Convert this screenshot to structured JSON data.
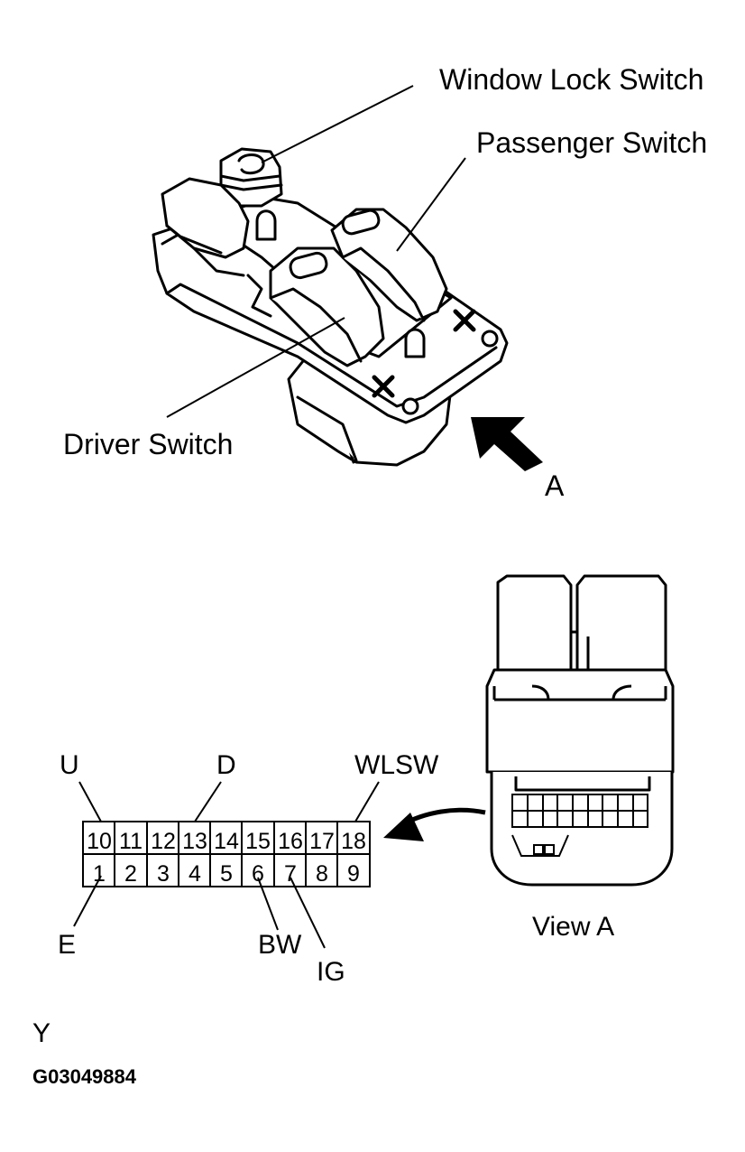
{
  "labels": {
    "window_lock_switch": "Window Lock Switch",
    "passenger_switch": "Passenger Switch",
    "driver_switch": "Driver Switch",
    "arrow_a": "A",
    "view_a": "View A",
    "corner_mark": "Y",
    "figure_code": "G03049884"
  },
  "connector": {
    "top_row": [
      "10",
      "11",
      "12",
      "13",
      "14",
      "15",
      "16",
      "17",
      "18"
    ],
    "bottom_row": [
      "1",
      "2",
      "3",
      "4",
      "5",
      "6",
      "7",
      "8",
      "9"
    ],
    "pins": {
      "u": "U",
      "d": "D",
      "wlsw": "WLSW",
      "e": "E",
      "bw": "BW",
      "ig": "IG"
    }
  },
  "colors": {
    "line": "#000000",
    "background": "#ffffff"
  }
}
